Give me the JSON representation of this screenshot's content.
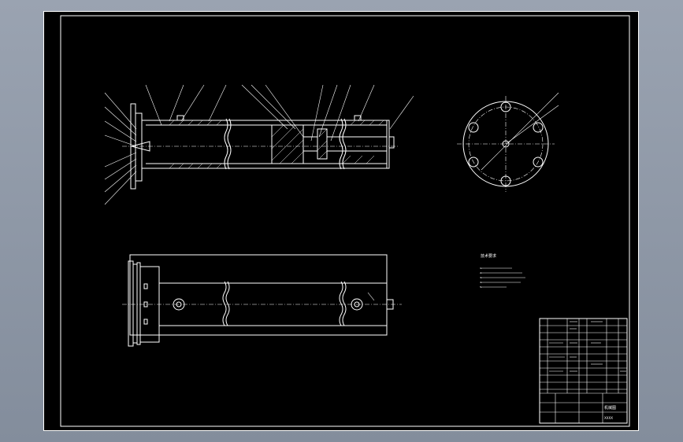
{
  "colors": {
    "viewport_bg": "#8e98a7",
    "sheet": "#000000",
    "lines": "#ffffff"
  },
  "notes": {
    "heading": "技术要求",
    "lines": [
      "1.",
      "2.",
      "3.",
      "4.",
      "5."
    ]
  },
  "title_block": {
    "drawing_title": "机械图",
    "code": "XXXX"
  }
}
